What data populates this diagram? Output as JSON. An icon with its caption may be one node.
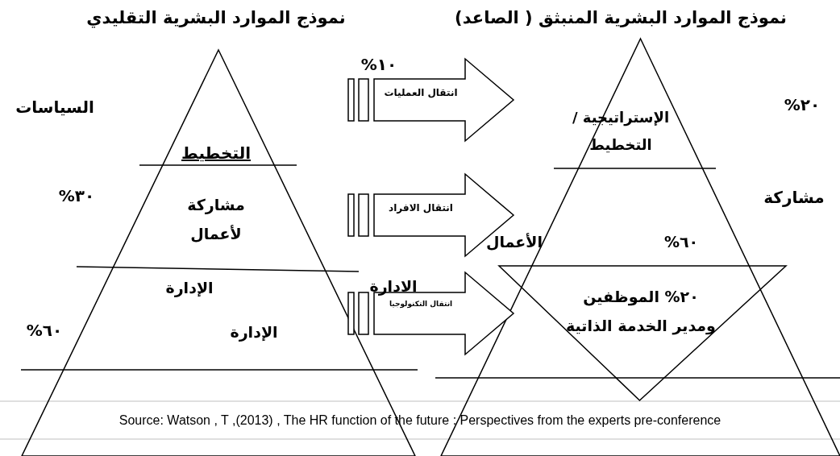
{
  "diagram": {
    "nodes": [
      {
        "text": [
          "التخطيط",
          "مشاركة لأعمال",
          "الإدارة",
          "الإدارة"
        ]
      },
      {
        "text": [
          "الإستراتيجية / التخطيط",
          "٦٠%"
        ]
      },
      {
        "text": [
          "٢٠% الموظفين ومدير الخدمة الذاتية"
        ],
        "in": 1
      }
    ],
    "edges": [
      {
        "from": 0,
        "to": 1,
        "arrow": "to",
        "label": "انتقال العمليات"
      },
      {
        "from": 0,
        "to": 1,
        "arrow": "to",
        "label": "انتقال الافراد"
      },
      {
        "from": 0,
        "to": 1,
        "arrow": "to",
        "label": "انتقال التكنولوجيا"
      }
    ],
    "labels": [
      "نموذج الموارد البشرية التقليدي",
      "نموذج الموارد البشرية المنبثق ( الصاعد)",
      "١٠%",
      "السياسات",
      "٢٠%",
      "مشاركة",
      "٣٠%",
      "الأعمال",
      "الادارة",
      "٦٠%",
      "Source: Watson , T ,(2013) , The HR function of the future : Perspectives from the experts pre-conference"
    ]
  }
}
